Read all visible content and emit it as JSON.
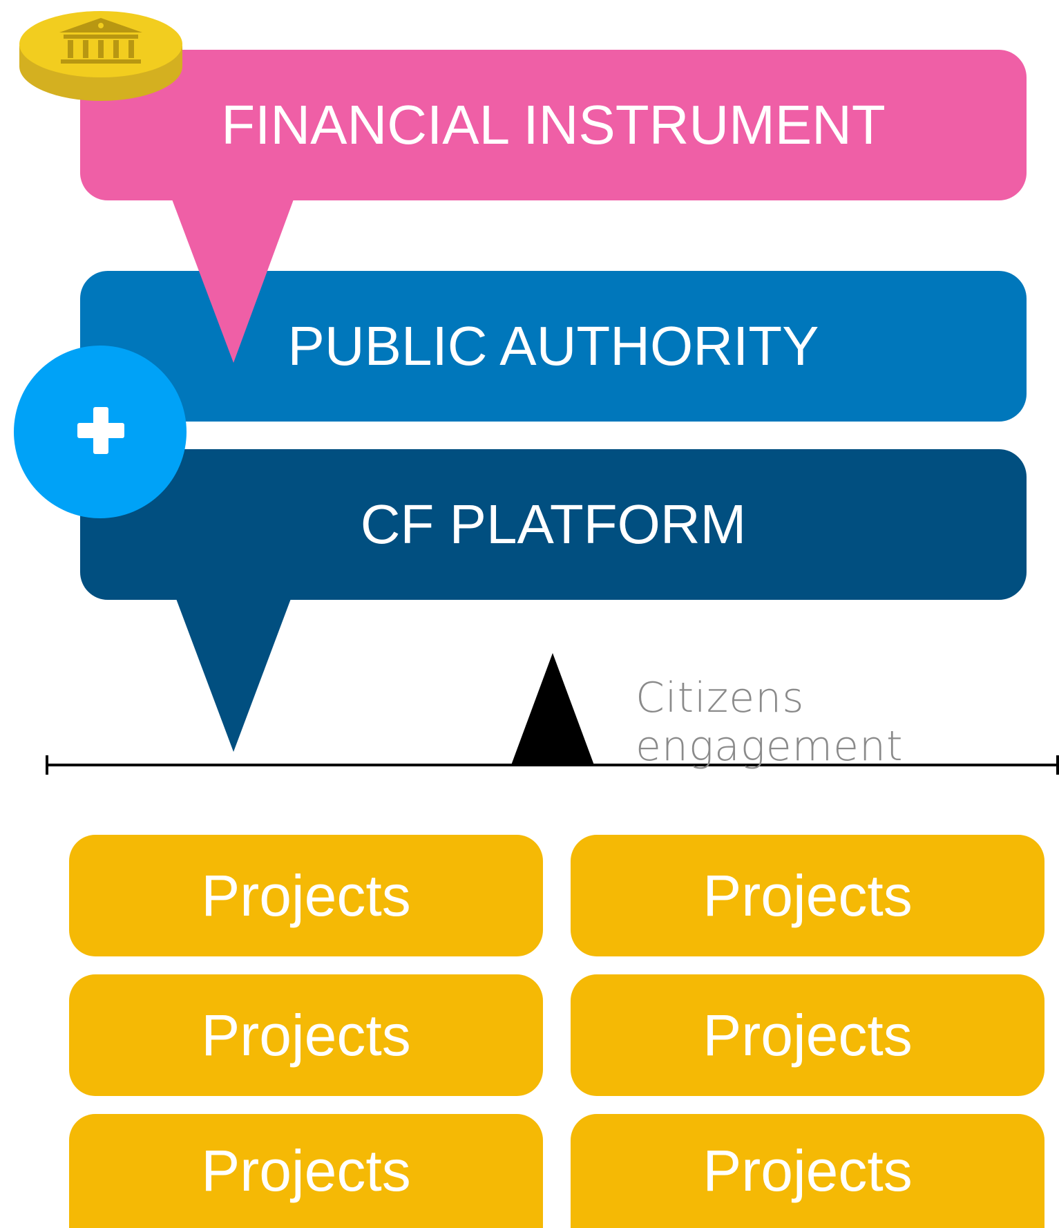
{
  "financial_instrument": {
    "label": "FINANCIAL INSTRUMENT",
    "color": "#ef5fa6"
  },
  "public_authority": {
    "label": "PUBLIC AUTHORITY",
    "color": "#0077bb"
  },
  "cf_platform": {
    "label": "CF PLATFORM",
    "color": "#014f80"
  },
  "plus_badge": {
    "icon": "plus-icon",
    "color": "#00a2f7"
  },
  "coin": {
    "icon": "bank-coin-icon",
    "color": "#f2cd1f"
  },
  "scale": {
    "label": "Citizens engagement"
  },
  "projects": [
    {
      "label": "Projects"
    },
    {
      "label": "Projects"
    },
    {
      "label": "Projects"
    },
    {
      "label": "Projects"
    },
    {
      "label": "Projects"
    },
    {
      "label": "Projects"
    }
  ],
  "project_color": "#f5b905"
}
